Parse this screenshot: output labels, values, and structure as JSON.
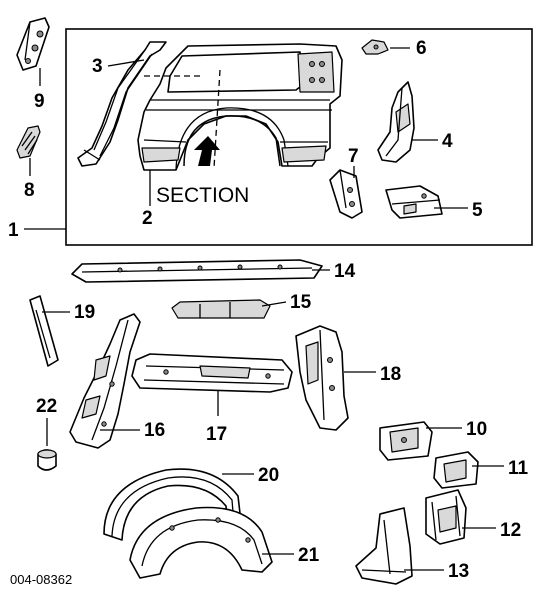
{
  "diagram": {
    "callouts": [
      "1",
      "2",
      "3",
      "4",
      "5",
      "6",
      "7",
      "8",
      "9",
      "10",
      "11",
      "12",
      "13",
      "14",
      "15",
      "16",
      "17",
      "18",
      "19",
      "20",
      "21",
      "22"
    ],
    "section_label": "SECTION",
    "code": "004-08362"
  }
}
